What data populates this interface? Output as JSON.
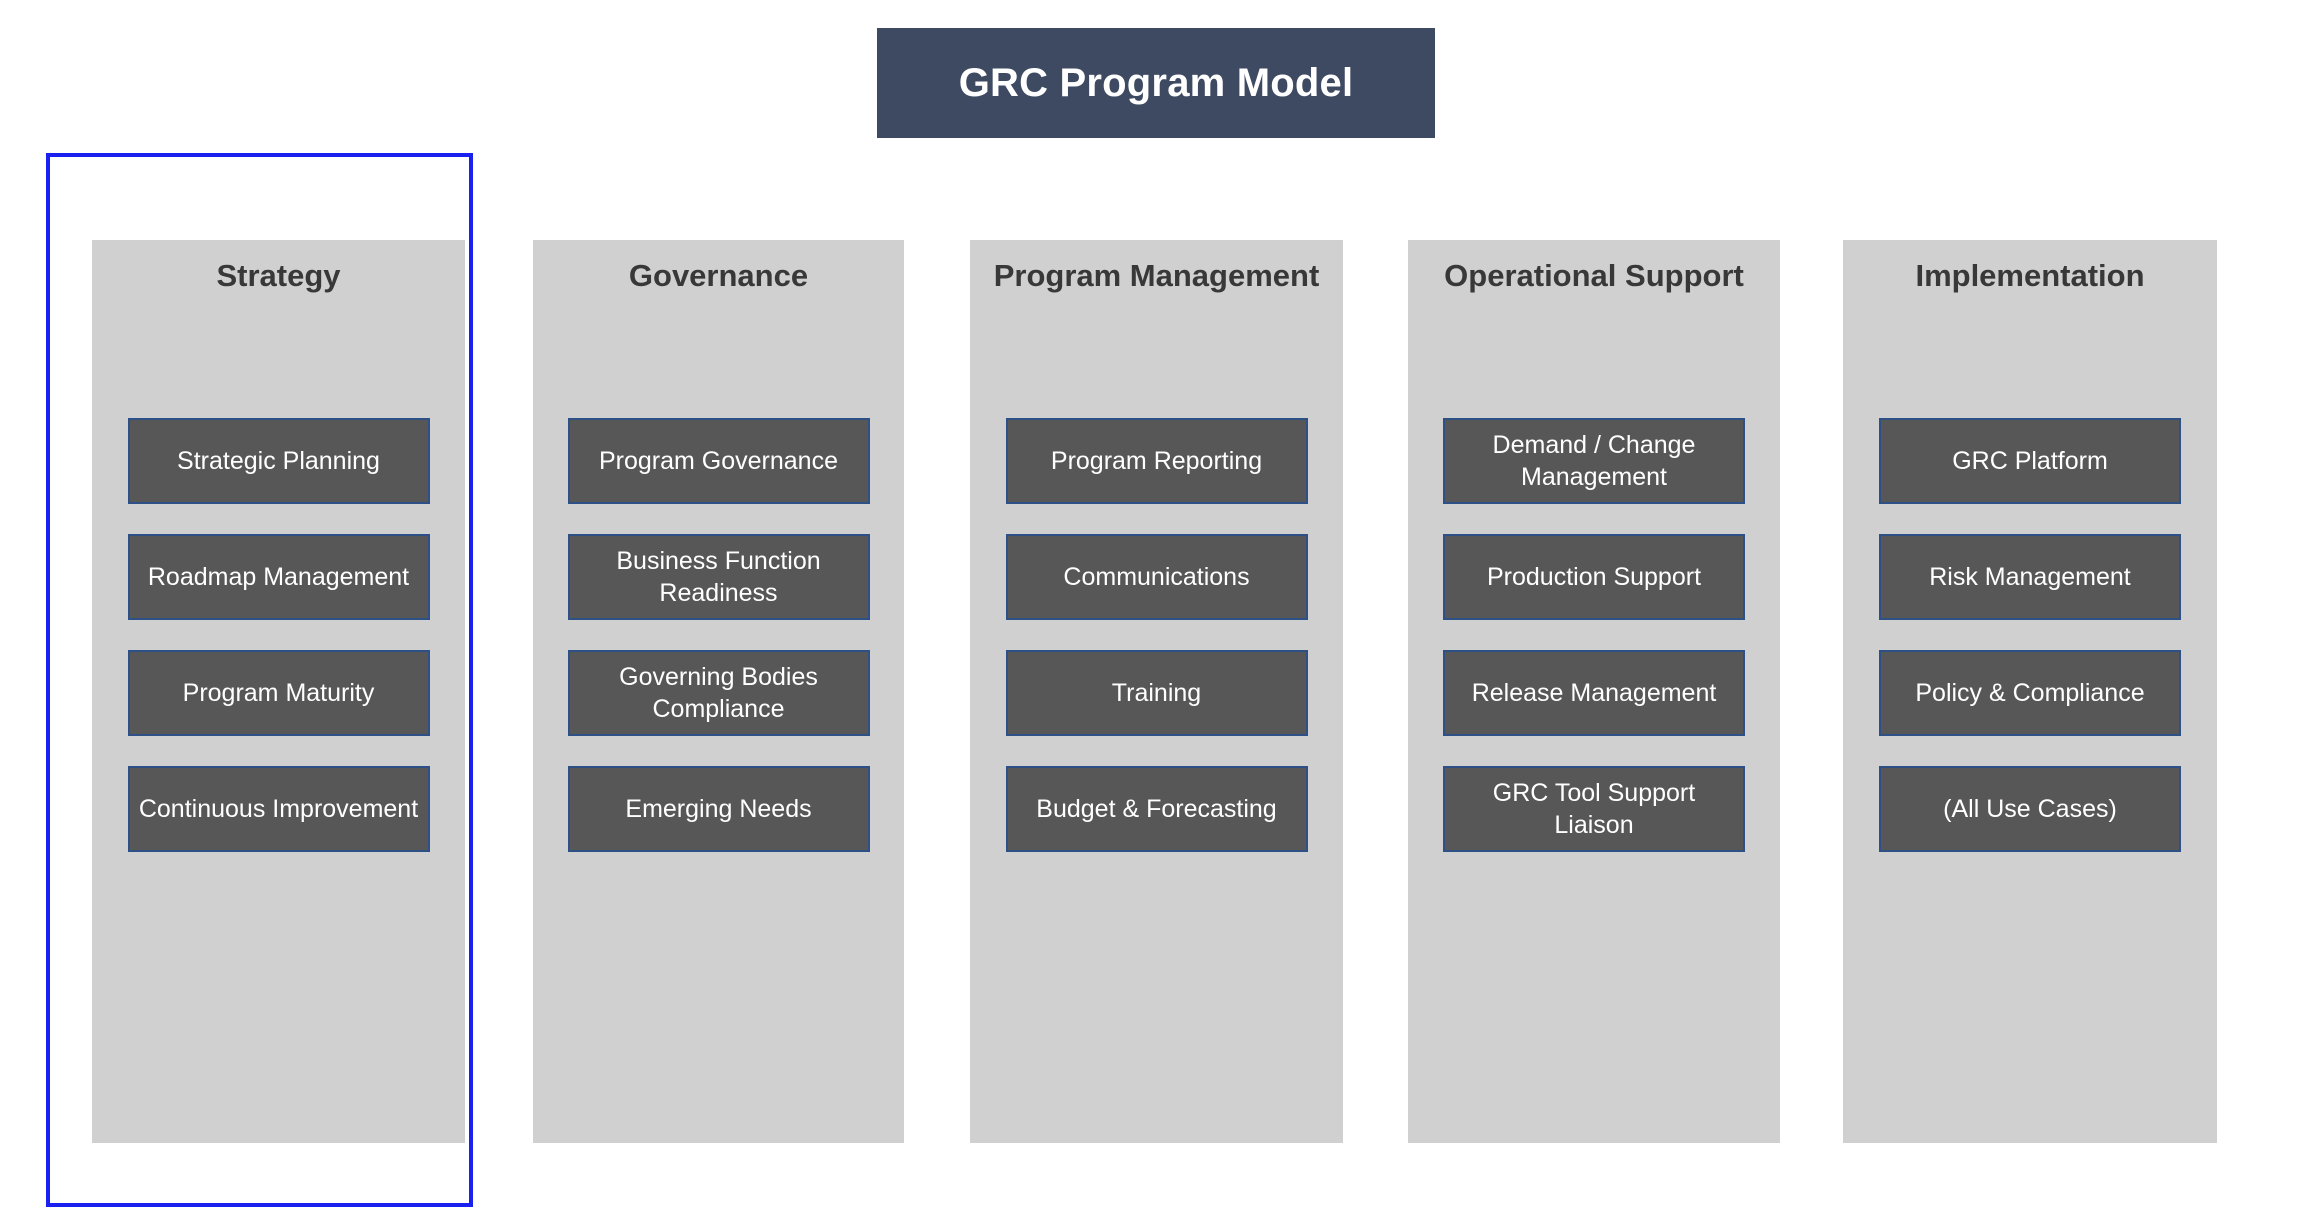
{
  "diagram": {
    "title": "GRC Program Model",
    "colors": {
      "title_banner_bg": "#3e4a61",
      "title_text": "#ffffff",
      "column_bg": "#d0d0d0",
      "column_header_text": "#383838",
      "item_bg": "#575757",
      "item_border": "#2d5186",
      "item_text": "#ffffff",
      "selection_border": "#1a20ef",
      "page_bg": "#ffffff"
    },
    "selection": {
      "column_index": 0,
      "column_label": "Strategy"
    },
    "columns": [
      {
        "header": "Strategy",
        "items": [
          {
            "label": "Strategic Planning"
          },
          {
            "label": "Roadmap Management"
          },
          {
            "label": "Program Maturity"
          },
          {
            "label": "Continuous Improvement"
          }
        ]
      },
      {
        "header": "Governance",
        "items": [
          {
            "label": "Program Governance"
          },
          {
            "label": "Business Function Readiness"
          },
          {
            "label": "Governing Bodies Compliance"
          },
          {
            "label": "Emerging Needs"
          }
        ]
      },
      {
        "header": "Program Management",
        "items": [
          {
            "label": "Program Reporting"
          },
          {
            "label": "Communications"
          },
          {
            "label": "Training"
          },
          {
            "label": "Budget & Forecasting"
          }
        ]
      },
      {
        "header": "Operational Support",
        "items": [
          {
            "label": "Demand / Change Management"
          },
          {
            "label": "Production Support"
          },
          {
            "label": "Release Management"
          },
          {
            "label": "GRC Tool Support Liaison"
          }
        ]
      },
      {
        "header": "Implementation",
        "items": [
          {
            "label": "GRC Platform"
          },
          {
            "label": "Risk Management"
          },
          {
            "label": "Policy & Compliance"
          },
          {
            "label": "(All Use Cases)"
          }
        ]
      }
    ]
  }
}
